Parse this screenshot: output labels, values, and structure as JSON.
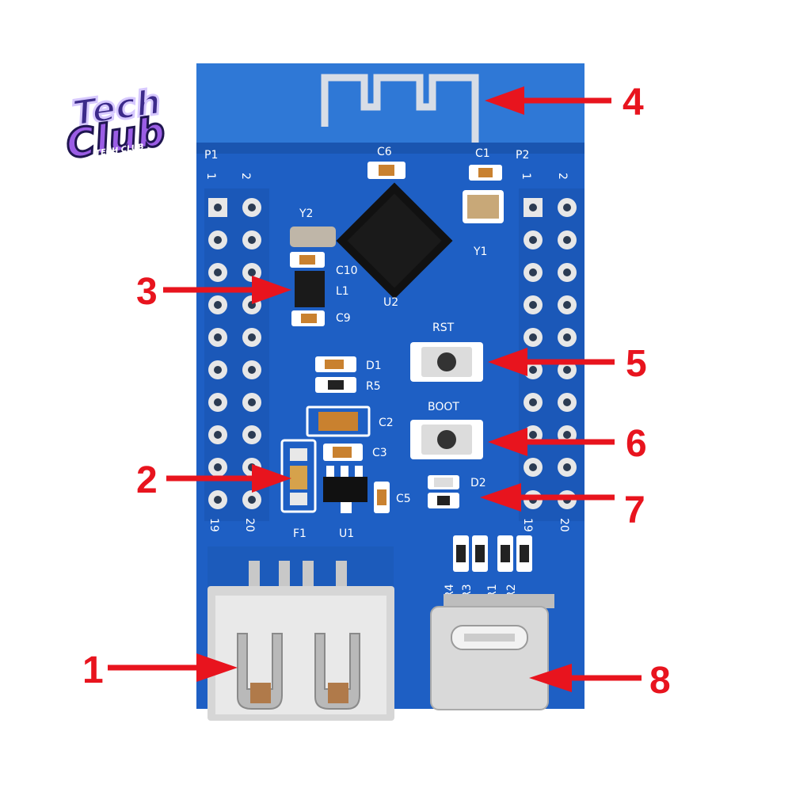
{
  "logo": {
    "line1": "Tech",
    "line2": "Club",
    "tagline": "TECH CLUB"
  },
  "board": {
    "headers": {
      "p1": {
        "name": "P1",
        "pin_first_a": "1",
        "pin_first_b": "2",
        "pin_last_a": "19",
        "pin_last_b": "20"
      },
      "p2": {
        "name": "P2",
        "pin_first_a": "1",
        "pin_first_b": "2",
        "pin_last_a": "19",
        "pin_last_b": "20"
      }
    },
    "silkscreen": {
      "c6": "C6",
      "c1": "C1",
      "y2": "Y2",
      "y1": "Y1",
      "u2": "U2",
      "c10": "C10",
      "l1": "L1",
      "c9": "C9",
      "rst": "RST",
      "boot": "BOOT",
      "d1": "D1",
      "r5": "R5",
      "c2": "C2",
      "c3": "C3",
      "c5": "C5",
      "d2": "D2",
      "f1": "F1",
      "u1": "U1",
      "r4": "R4",
      "r3": "R3",
      "r1": "R1",
      "r2": "R2"
    }
  },
  "callouts": [
    "1",
    "2",
    "3",
    "4",
    "5",
    "6",
    "7",
    "8"
  ],
  "colors": {
    "pcb": "#1e5fc4",
    "pcb_dark": "#16489a",
    "antenna_panel": "#2a6fcf",
    "callout": "#e8141e",
    "silkscreen": "#ffffff"
  }
}
